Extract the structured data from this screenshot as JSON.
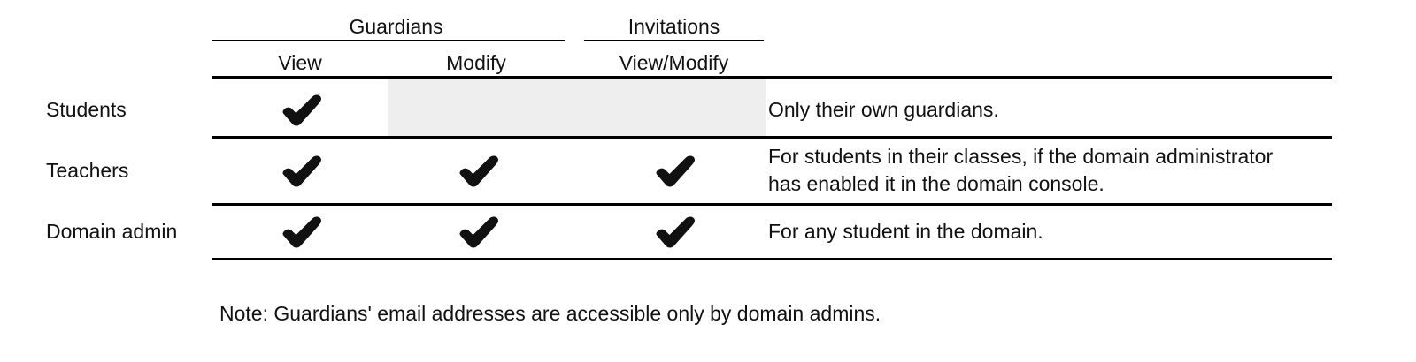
{
  "table": {
    "column_groups": [
      {
        "label": "Guardians",
        "span": 2
      },
      {
        "label": "Invitations",
        "span": 1
      }
    ],
    "column_headers": [
      {
        "label": ""
      },
      {
        "label": "View"
      },
      {
        "label": "Modify"
      },
      {
        "label": "View/Modify"
      },
      {
        "label": ""
      }
    ],
    "rows": [
      {
        "role": "Students",
        "guardians_view": "✔",
        "guardians_modify": "",
        "invitations_view_modify": "",
        "description_line1": "Only their own guardians.",
        "description_line2": ""
      },
      {
        "role": "Teachers",
        "guardians_view": "✔",
        "guardians_modify": "✔",
        "invitations_view_modify": "✔",
        "description_line1": "For students in their classes, if the domain administrator",
        "description_line2": "has enabled it in the domain console."
      },
      {
        "role": "Domain admin",
        "guardians_view": "✔",
        "guardians_modify": "✔",
        "invitations_view_modify": "✔",
        "description_line1": "For any student in the domain.",
        "description_line2": ""
      }
    ]
  },
  "note": {
    "text": "Note: Guardians' email addresses are accessible only by domain admins."
  },
  "colors": {
    "rule": "#000000",
    "text": "#111111",
    "shaded_cell": "#eeeeee",
    "background": "#ffffff"
  }
}
